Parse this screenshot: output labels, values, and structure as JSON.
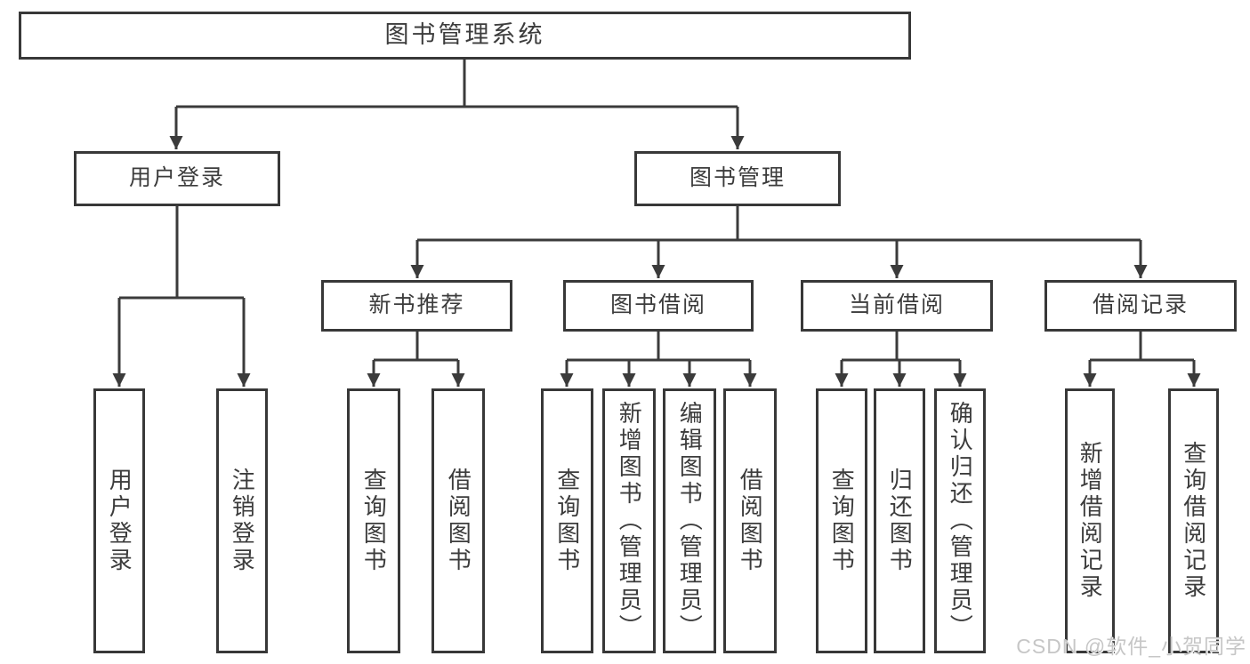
{
  "diagram": {
    "type": "tree",
    "root": {
      "label": "图书管理系统",
      "children": [
        {
          "label": "用户登录",
          "children": [
            {
              "label": "用户登录"
            },
            {
              "label": "注销登录"
            }
          ]
        },
        {
          "label": "图书管理",
          "children": [
            {
              "label": "新书推荐",
              "children": [
                {
                  "label": "查询图书"
                },
                {
                  "label": "借阅图书"
                }
              ]
            },
            {
              "label": "图书借阅",
              "children": [
                {
                  "label": "查询图书"
                },
                {
                  "label": "新增图书（管理员）"
                },
                {
                  "label": "编辑图书（管理员）"
                },
                {
                  "label": "借阅图书"
                }
              ]
            },
            {
              "label": "当前借阅",
              "children": [
                {
                  "label": "查询图书"
                },
                {
                  "label": "归还图书"
                },
                {
                  "label": "确认归还（管理员）"
                }
              ]
            },
            {
              "label": "借阅记录",
              "children": [
                {
                  "label": "新增借阅记录"
                },
                {
                  "label": "查询借阅记录"
                }
              ]
            }
          ]
        }
      ]
    }
  },
  "watermark": {
    "text": "CSDN @软件_小贺同学"
  },
  "colors": {
    "line": "#3b3b3b",
    "box_border": "#383838",
    "text": "#3c3c3c",
    "background": "#ffffff",
    "watermark": "#c6c6c6"
  }
}
